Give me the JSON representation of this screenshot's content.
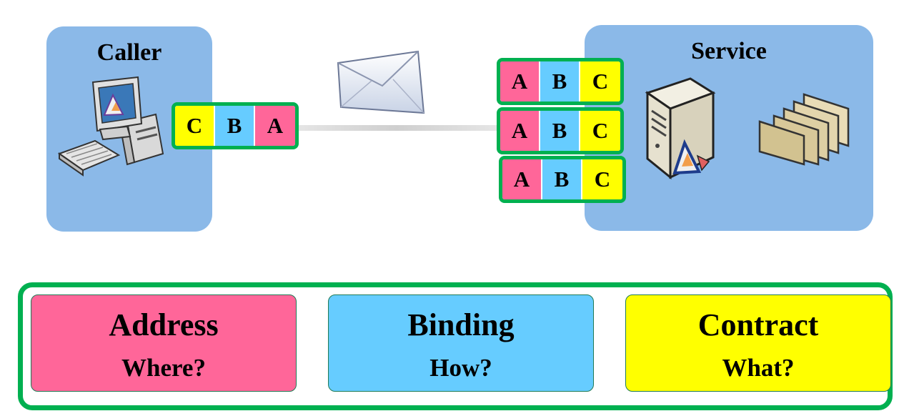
{
  "caller": {
    "title": "Caller",
    "message": [
      "C",
      "B",
      "A"
    ]
  },
  "service": {
    "title": "Service",
    "endpoints": [
      [
        "A",
        "B",
        "C"
      ],
      [
        "A",
        "B",
        "C"
      ],
      [
        "A",
        "B",
        "C"
      ]
    ]
  },
  "legend": [
    {
      "title": "Address",
      "subtitle": "Where?",
      "color": "#ff6699"
    },
    {
      "title": "Binding",
      "subtitle": "How?",
      "color": "#66ccff"
    },
    {
      "title": "Contract",
      "subtitle": "What?",
      "color": "#ffff00"
    }
  ],
  "colors": {
    "panel": "#8bb9e8",
    "frame": "#00b050",
    "address": "#ff6699",
    "binding": "#66ccff",
    "contract": "#ffff00"
  },
  "icons": [
    "computer-icon",
    "envelope-icon",
    "server-icon",
    "folders-icon"
  ]
}
